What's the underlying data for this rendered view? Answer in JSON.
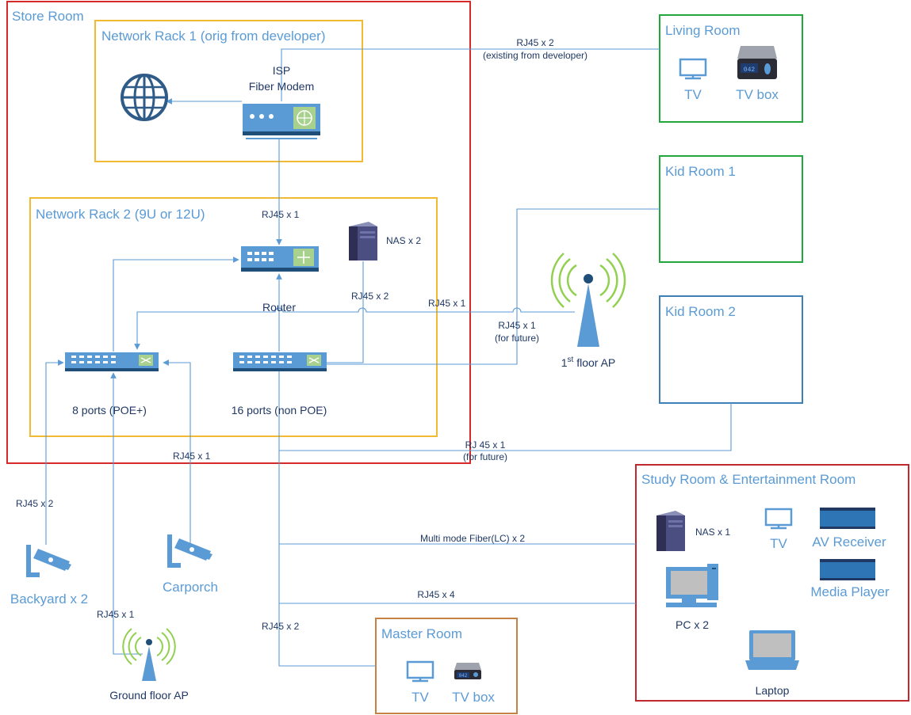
{
  "rooms": {
    "store": "Store Room",
    "rack1": "Network Rack 1 (orig from developer)",
    "rack2": "Network Rack 2 (9U or 12U)",
    "living": "Living Room",
    "kid1": "Kid Room 1",
    "kid2": "Kid Room 2",
    "study": "Study Room & Entertainment Room",
    "master": "Master Room"
  },
  "devices": {
    "isp_line1": "ISP",
    "isp_line2": "Fiber Modem",
    "router": "Router",
    "nas_store": "NAS x 2",
    "switch_poe": "8 ports (POE+)",
    "switch_16": "16 ports (non POE)",
    "ap_first": "1",
    "ap_first_sup": "st",
    "ap_first_rest": " floor AP",
    "ap_ground": "Ground floor AP",
    "backyard": "Backyard x 2",
    "carporch": "Carporch",
    "living_tv": "TV",
    "living_tvbox": "TV box",
    "tvbox_display": "042",
    "master_tv": "TV",
    "master_tvbox": "TV box",
    "study_nas": "NAS x 1",
    "study_tv": "TV",
    "av_receiver": "AV Receiver",
    "media_player": "Media Player",
    "pc": "PC x 2",
    "laptop": "Laptop"
  },
  "links": {
    "living_1": "RJ45 x 2",
    "living_2": "(existing from developer)",
    "modem_router": "RJ45 x 1",
    "nas_switch": "RJ45 x 2",
    "ap1_poe": "RJ45 x 1",
    "kid1_1": "RJ45 x 1",
    "kid1_2": "(for future)",
    "kid2_1": "RJ 45 x 1",
    "kid2_2": "(for future)",
    "carporch": "RJ45 x 1",
    "backyard": "RJ45 x 2",
    "ground_ap": "RJ45 x 1",
    "fiber": "Multi mode Fiber(LC)  x 2",
    "study_rj45": "RJ45 x 4",
    "master": "RJ45 x 2"
  },
  "colors": {
    "line": "#5b9bd5",
    "store_border": "#d62a2a",
    "rack_border": "#f2b933",
    "green_border": "#22a83a",
    "blue_border": "#3f7fb8",
    "study_border": "#c0282d",
    "master_border": "#c58244",
    "icon_dark": "#2e5b87",
    "ap_green": "#92d050"
  }
}
